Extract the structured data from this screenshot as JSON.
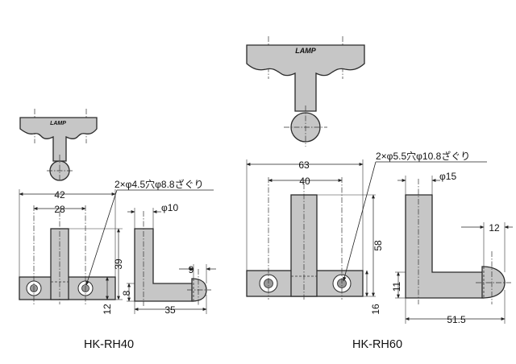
{
  "products": [
    {
      "model": "HK-RH40",
      "brand_mark": "LAMP",
      "hole_note": "2×φ4.5穴φ8.8ざぐり",
      "dims": {
        "overall_width": "42",
        "hole_pitch": "28",
        "height": "39",
        "base_thickness": "12",
        "hook_end_height": "8",
        "tip_diameter": "φ10",
        "tip_length": "9",
        "hook_depth": "35"
      }
    },
    {
      "model": "HK-RH60",
      "brand_mark": "LAMP",
      "hole_note": "2×φ5.5穴φ10.8ざぐり",
      "dims": {
        "overall_width": "63",
        "hole_pitch": "40",
        "height": "58",
        "base_thickness": "16",
        "hook_end_height": "11",
        "tip_diameter": "φ15",
        "tip_length": "12",
        "hook_depth": "51.5"
      }
    }
  ]
}
